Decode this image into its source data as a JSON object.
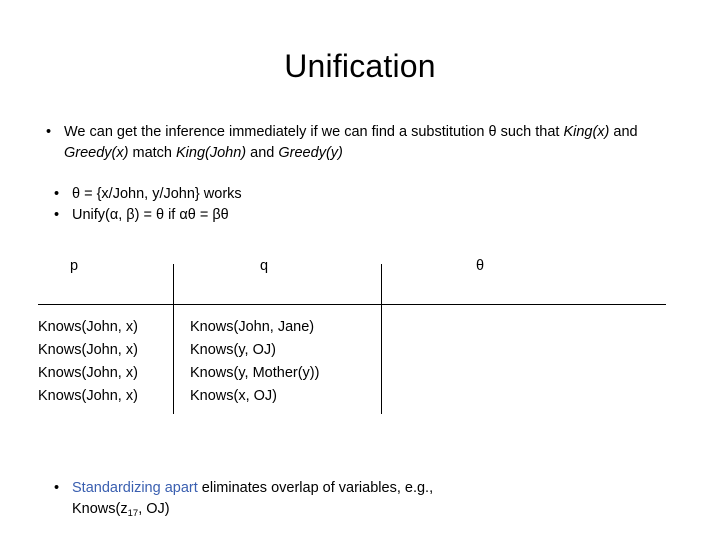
{
  "slide": {
    "title": "Unification",
    "bullets": {
      "b1_mark": "•",
      "b1_part1": "We can get the inference immediately if we can find a substitution θ such that ",
      "b1_king_x": "King(x)",
      "b1_and1": " and ",
      "b1_greedy_x": "Greedy(x)",
      "b1_match": " match ",
      "b1_king_john": "King(John)",
      "b1_and2": " and ",
      "b1_greedy_y": "Greedy(y)",
      "b2_mark": "•",
      "b2_text": "θ = {x/John, y/John} works",
      "b3_mark": "•",
      "b3_text": "Unify(α, β) = θ if αθ = βθ"
    },
    "table": {
      "headers": [
        "p",
        "q",
        "θ"
      ],
      "rows": [
        [
          "Knows(John, x)",
          "Knows(John, Jane)"
        ],
        [
          "Knows(John, x)",
          "Knows(y, OJ)"
        ],
        [
          "Knows(John, x)",
          "Knows(y, Mother(y))"
        ],
        [
          "Knows(John, x)",
          "Knows(x, OJ)"
        ]
      ]
    },
    "footer": {
      "mark": "•",
      "link_text": "Standardizing apart",
      "rest": " eliminates overlap of variables, e.g., ",
      "line2_pre": "Knows(z",
      "line2_sub": "17",
      "line2_post": ", OJ)"
    }
  }
}
